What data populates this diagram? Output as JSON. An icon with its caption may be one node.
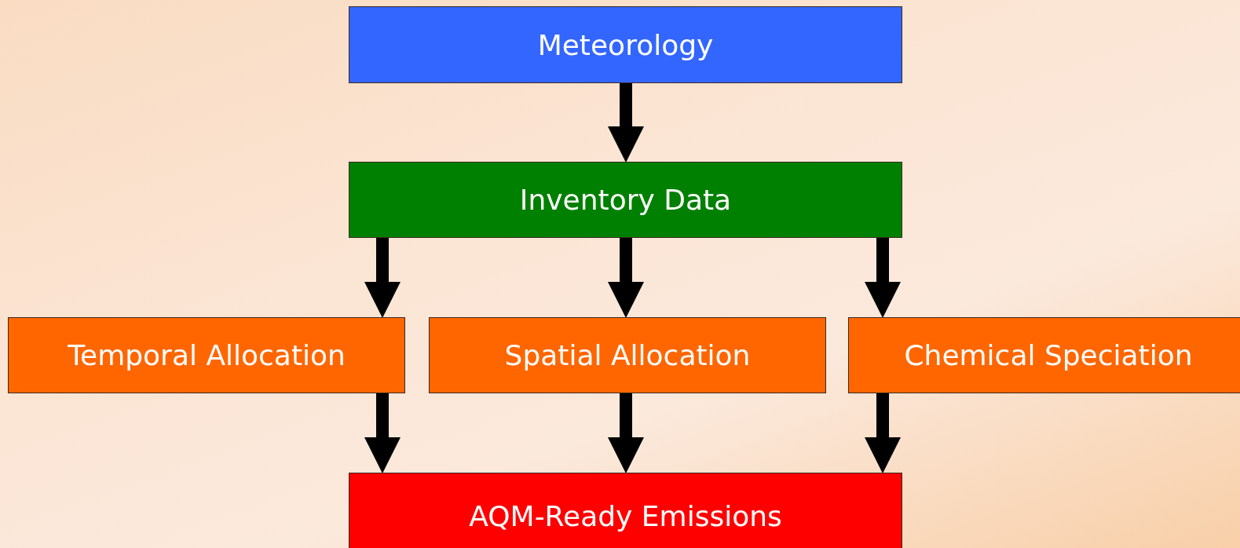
{
  "diagram": {
    "nodes": [
      {
        "text": [
          "Meteorology"
        ]
      },
      {
        "text": [
          "Inventory Data"
        ]
      },
      {
        "text": [
          "Temporal Allocation"
        ]
      },
      {
        "text": [
          "Spatial Allocation"
        ]
      },
      {
        "text": [
          "Chemical Speciation"
        ]
      },
      {
        "text": [
          "AQM-Ready Emissions"
        ]
      }
    ],
    "edges": [
      {
        "from": 0,
        "to": 1,
        "arrow": "to"
      },
      {
        "from": 1,
        "to": 2,
        "arrow": "to"
      },
      {
        "from": 1,
        "to": 3,
        "arrow": "to"
      },
      {
        "from": 1,
        "to": 4,
        "arrow": "to"
      },
      {
        "from": 2,
        "to": 5,
        "arrow": "to"
      },
      {
        "from": 3,
        "to": 5,
        "arrow": "to"
      },
      {
        "from": 4,
        "to": 5,
        "arrow": "to"
      }
    ]
  }
}
